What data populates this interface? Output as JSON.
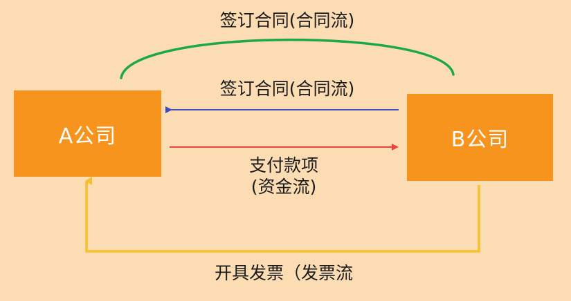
{
  "diagram": {
    "company_a": "A公司",
    "company_b": "B公司",
    "contract_top": "签订合同(合同流)",
    "contract_arrow": "签订合同(合同流)",
    "payment_line1": "支付款项",
    "payment_line2": "(资金流)",
    "invoice": "开具发票（发票流"
  },
  "colors": {
    "background": "#fbdcb3",
    "box": "#f7941d",
    "contract_curve": "#1aa84a",
    "contract_arrow": "#3a4cc0",
    "payment_arrow": "#e8453c",
    "invoice_line": "#f5c02a"
  }
}
